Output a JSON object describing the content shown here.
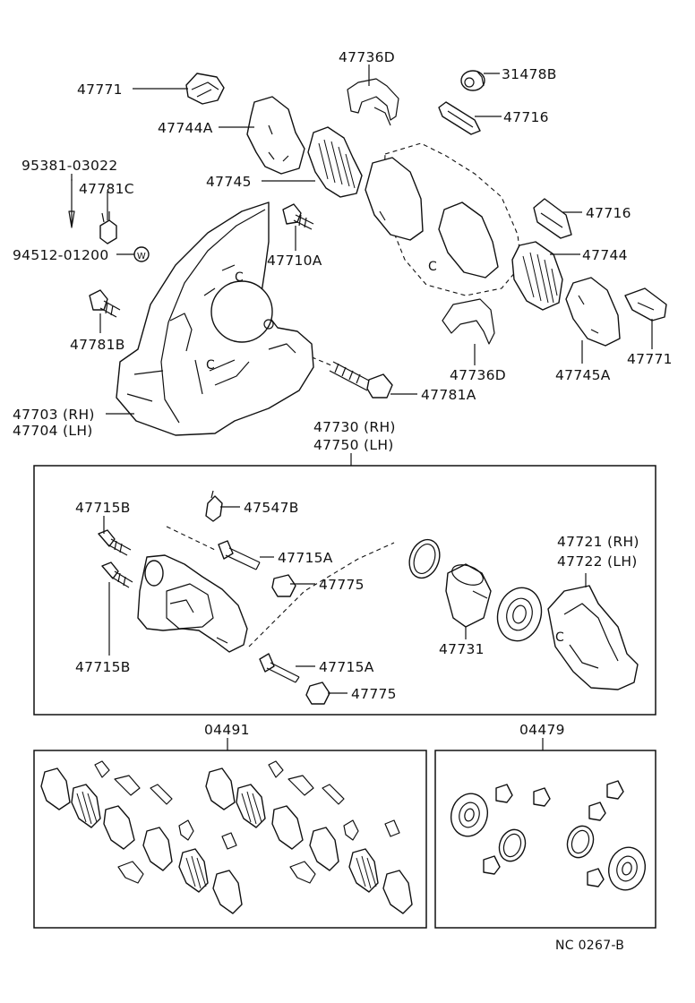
{
  "labels": {
    "p47771_top": "47771",
    "p47736D_top": "47736D",
    "p31478B": "31478B",
    "p47744A": "47744A",
    "p47716_top": "47716",
    "p95381": "95381-03022",
    "p47745": "47745",
    "p47781C": "47781C",
    "p47716_mid": "47716",
    "p94512": "94512-01200",
    "p47710A": "47710A",
    "p47744": "47744",
    "p47781B": "47781B",
    "p47736D_bot": "47736D",
    "p47745A": "47745A",
    "p47771_right": "47771",
    "p47781A": "47781A",
    "p47703": "47703 (RH)",
    "p47704": "47704 (LH)",
    "p47730": "47730 (RH)",
    "p47750": "47750 (LH)",
    "p47715B_top": "47715B",
    "p47547B": "47547B",
    "p47721": "47721 (RH)",
    "p47722": "47722 (LH)",
    "p47715A_top": "47715A",
    "p47775_top": "47775",
    "p47731": "47731",
    "p47715B_bot": "47715B",
    "p47715A_bot": "47715A",
    "p47775_bot": "47775",
    "p04491": "04491",
    "p04479": "04479",
    "w_mark": "W",
    "footer": "NC 0267-B"
  }
}
